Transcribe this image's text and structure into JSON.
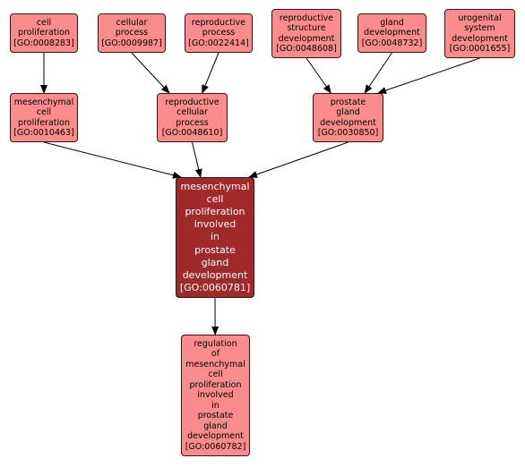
{
  "colors": {
    "node_fill": "#fa8c8c",
    "focus_fill": "#a02a2a",
    "node_border": "#3a1414",
    "edge": "#000000"
  },
  "nodes": [
    {
      "id": "cell-proliferation",
      "lines": [
        "cell",
        "proliferation",
        "[GO:0008283]"
      ]
    },
    {
      "id": "cellular-process",
      "lines": [
        "cellular",
        "process",
        "[GO:0009987]"
      ]
    },
    {
      "id": "reproductive-process",
      "lines": [
        "reproductive",
        "process",
        "[GO:0022414]"
      ]
    },
    {
      "id": "reproductive-structure-development",
      "lines": [
        "reproductive",
        "structure",
        "development",
        "[GO:0048608]"
      ]
    },
    {
      "id": "gland-development",
      "lines": [
        "gland",
        "development",
        "[GO:0048732]"
      ]
    },
    {
      "id": "urogenital-system-development",
      "lines": [
        "urogenital",
        "system",
        "development",
        "[GO:0001655]"
      ]
    },
    {
      "id": "mesenchymal-cell-proliferation",
      "lines": [
        "mesenchymal",
        "cell",
        "proliferation",
        "[GO:0010463]"
      ]
    },
    {
      "id": "reproductive-cellular-process",
      "lines": [
        "reproductive",
        "cellular",
        "process",
        "[GO:0048610]"
      ]
    },
    {
      "id": "prostate-gland-development",
      "lines": [
        "prostate",
        "gland",
        "development",
        "[GO:0030850]"
      ]
    },
    {
      "id": "mesenchymal-cell-proliferation-involved-in-prostate-gland-development",
      "lines": [
        "mesenchymal",
        "cell",
        "proliferation",
        "involved",
        "in",
        "prostate",
        "gland",
        "development",
        "[GO:0060781]"
      ],
      "focus": true
    },
    {
      "id": "regulation-of-mesenchymal-cell-proliferation-involved-in-prostate-gland-development",
      "lines": [
        "regulation",
        "of",
        "mesenchymal",
        "cell",
        "proliferation",
        "involved",
        "in",
        "prostate",
        "gland",
        "development",
        "[GO:0060782]"
      ]
    }
  ],
  "edges": [
    [
      "cell-proliferation",
      "mesenchymal-cell-proliferation"
    ],
    [
      "cellular-process",
      "reproductive-cellular-process"
    ],
    [
      "reproductive-process",
      "reproductive-cellular-process"
    ],
    [
      "reproductive-structure-development",
      "prostate-gland-development"
    ],
    [
      "gland-development",
      "prostate-gland-development"
    ],
    [
      "urogenital-system-development",
      "prostate-gland-development"
    ],
    [
      "mesenchymal-cell-proliferation",
      "mesenchymal-cell-proliferation-involved-in-prostate-gland-development"
    ],
    [
      "reproductive-cellular-process",
      "mesenchymal-cell-proliferation-involved-in-prostate-gland-development"
    ],
    [
      "prostate-gland-development",
      "mesenchymal-cell-proliferation-involved-in-prostate-gland-development"
    ],
    [
      "mesenchymal-cell-proliferation-involved-in-prostate-gland-development",
      "regulation-of-mesenchymal-cell-proliferation-involved-in-prostate-gland-development"
    ]
  ]
}
